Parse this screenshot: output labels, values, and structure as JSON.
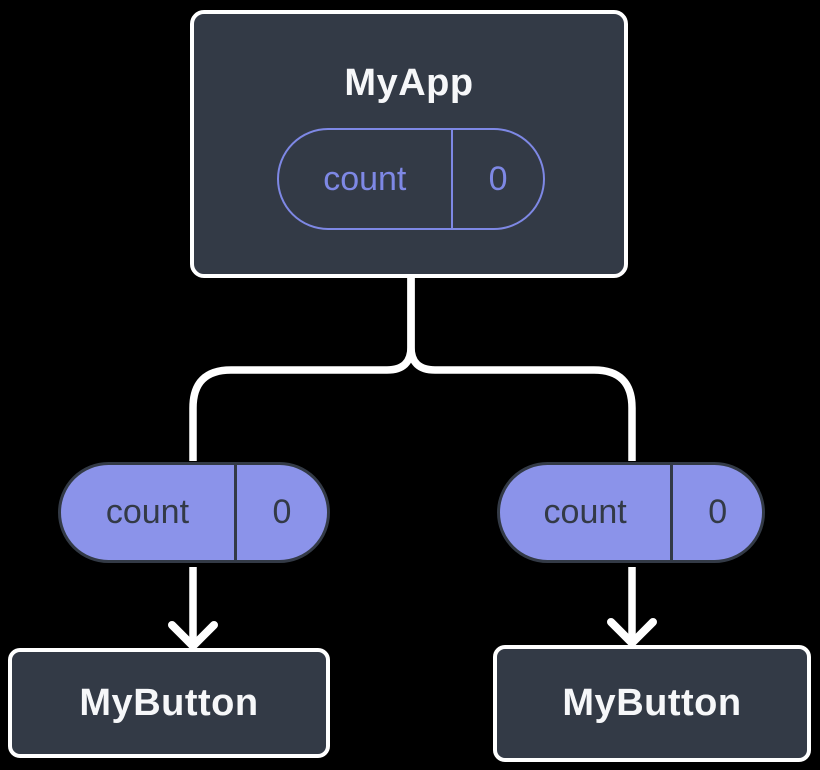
{
  "colors": {
    "background": "#000000",
    "node_fill": "#333A46",
    "node_border": "#FFFFFF",
    "node_text": "#F6F7F9",
    "pill_fill": "#8B93EA",
    "pill_outline": "#7E88E5",
    "pill_dark": "#333A46",
    "connector": "#FFFFFF"
  },
  "nodes": {
    "app": {
      "title": "MyApp",
      "state": {
        "key": "count",
        "value": "0"
      }
    },
    "left_state": {
      "key": "count",
      "value": "0"
    },
    "right_state": {
      "key": "count",
      "value": "0"
    },
    "left_button": {
      "title": "MyButton"
    },
    "right_button": {
      "title": "MyButton"
    }
  }
}
